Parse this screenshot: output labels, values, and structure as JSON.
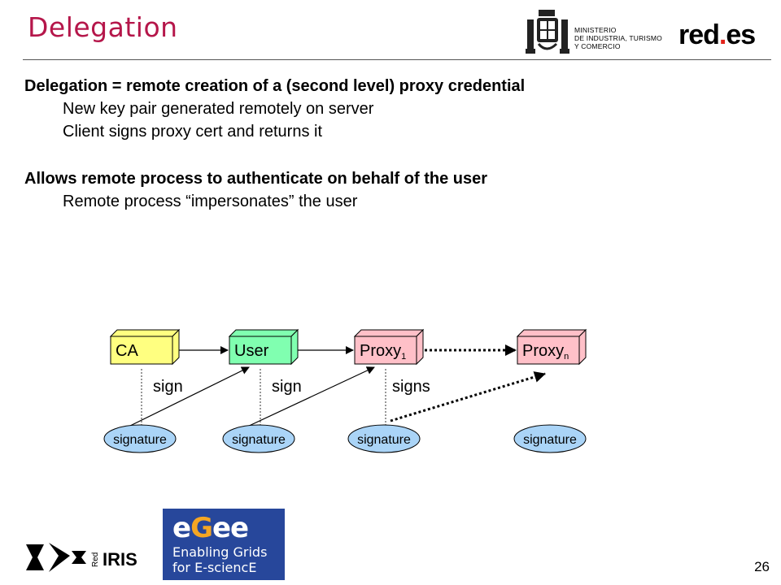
{
  "header": {
    "title": "Delegation",
    "ministry_lines": [
      "MINISTERIO",
      "DE INDUSTRIA, TURISMO",
      "Y COMERCIO"
    ],
    "reds_logo": {
      "pre": "red",
      "dot": ".",
      "post": "es"
    }
  },
  "bullets": [
    {
      "text": "Delegation = remote creation of a (second level) proxy credential",
      "subs": [
        "New key pair generated remotely on server",
        "Client signs proxy cert and returns it"
      ]
    },
    {
      "text": "Allows remote process to authenticate on behalf of the user",
      "subs": [
        "Remote process “impersonates” the user"
      ]
    }
  ],
  "diagram": {
    "boxes": [
      {
        "label": "CA",
        "sub": "",
        "color": "#ffff80"
      },
      {
        "label": "User",
        "sub": "",
        "color": "#80ffb0"
      },
      {
        "label": "Proxy",
        "sub": "1",
        "color": "#ffc0c8"
      },
      {
        "label": "Proxy",
        "sub": "n",
        "color": "#ffc0c8"
      }
    ],
    "sign_labels": [
      "sign",
      "sign",
      "signs"
    ],
    "signature_label": "signature",
    "ellipse_color": "#aad4f7"
  },
  "footer": {
    "rediris": "IRIS",
    "rediris_red": "Red",
    "egee_logo": {
      "e1": "e",
      "g": "G",
      "e2": "ee"
    },
    "egee_lines": [
      "Enabling Grids",
      "for E-sciencE"
    ],
    "page_number": "26"
  }
}
